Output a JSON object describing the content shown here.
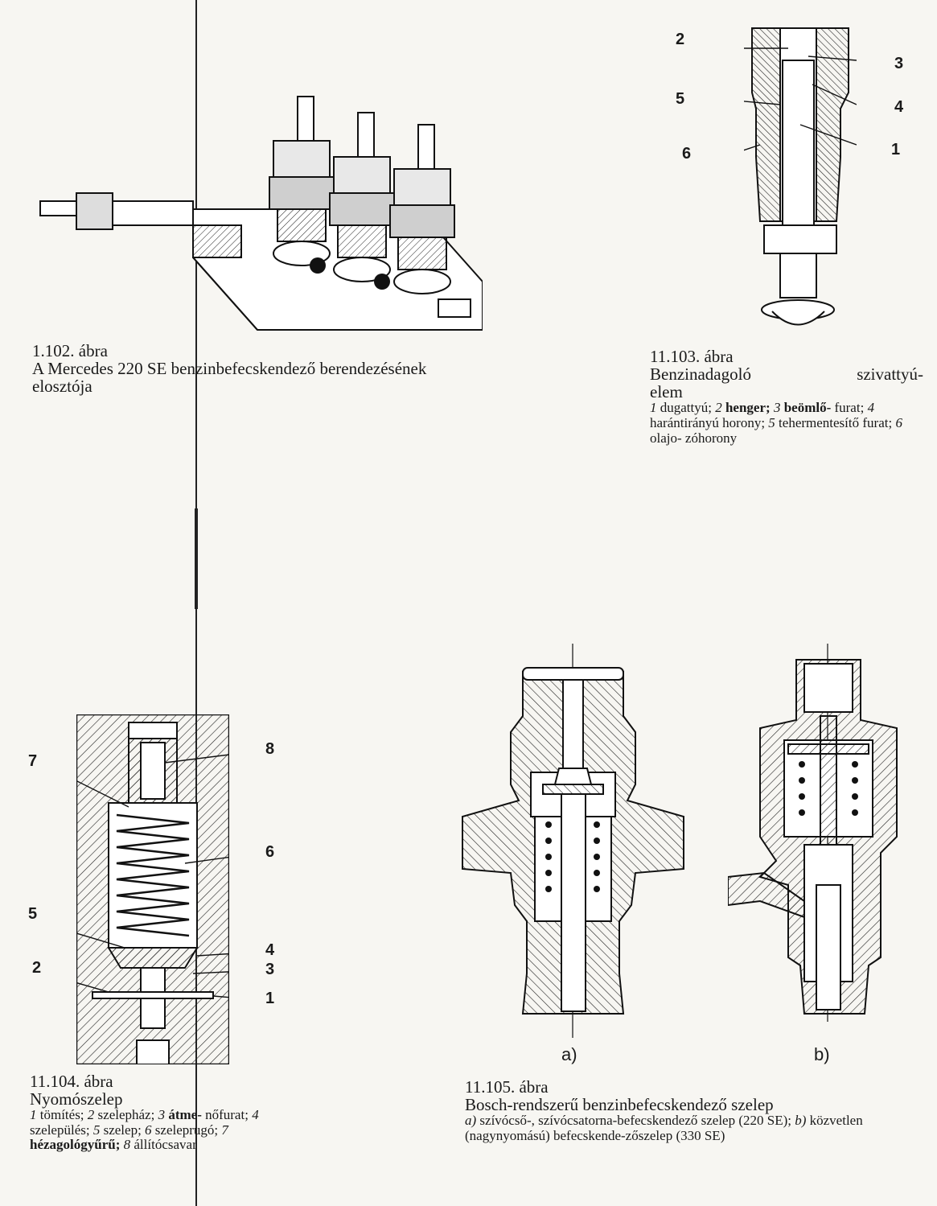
{
  "figures": {
    "fig102": {
      "number": "1.102. ábra",
      "title": "A Mercedes 220 SE benzinbefecskendező berendezésének elosztója"
    },
    "fig103": {
      "number": "11.103. ábra",
      "title_line1_a": "Benzinadagoló",
      "title_line1_b": "szivattyú-",
      "title_line2": "elem",
      "legend": {
        "n1": "1",
        "t1": "dugattyú;",
        "n2": "2",
        "t2": "henger;",
        "n3": "3",
        "t3": "beömlő-",
        "t3b": "furat;",
        "n4": "4",
        "t4": "harántirányú horony;",
        "n5": "5",
        "t5": "tehermentesítő furat;",
        "n6": "6",
        "t6": "olajo-",
        "t6b": "zóhorony"
      },
      "callouts": [
        "1",
        "2",
        "3",
        "4",
        "5",
        "6"
      ]
    },
    "fig104": {
      "number": "11.104. ábra",
      "title": "Nyomószelep",
      "legend": {
        "n1": "1",
        "t1": "tömítés;",
        "n2": "2",
        "t2": "szelepház;",
        "n3": "3",
        "t3": "átme-",
        "t3b": "nőfurat;",
        "n4": "4",
        "t4": "szelepülés;",
        "n5": "5",
        "t5": "szelep;",
        "n6": "6",
        "t6": "szeleprugó;",
        "n7": "7",
        "t7": "hézagológyűrű;",
        "n8": "8",
        "t8": "állítócsavar"
      },
      "callouts": [
        "1",
        "2",
        "3",
        "4",
        "5",
        "6",
        "7",
        "8"
      ]
    },
    "fig105": {
      "number": "11.105. ábra",
      "title": "Bosch-rendszerű benzinbefecskendező szelep",
      "legend": {
        "a": "a)",
        "ta": "szívócső-, szívócsatorna-befecskendező szelep (220 SE);",
        "b": "b)",
        "tb": "közvetlen (nagynyomású) befecskende-zőszelep (330 SE)"
      },
      "sublabels": [
        "a)",
        "b)"
      ]
    }
  },
  "colors": {
    "ink": "#1a1a1a",
    "paper": "#f7f6f2"
  }
}
